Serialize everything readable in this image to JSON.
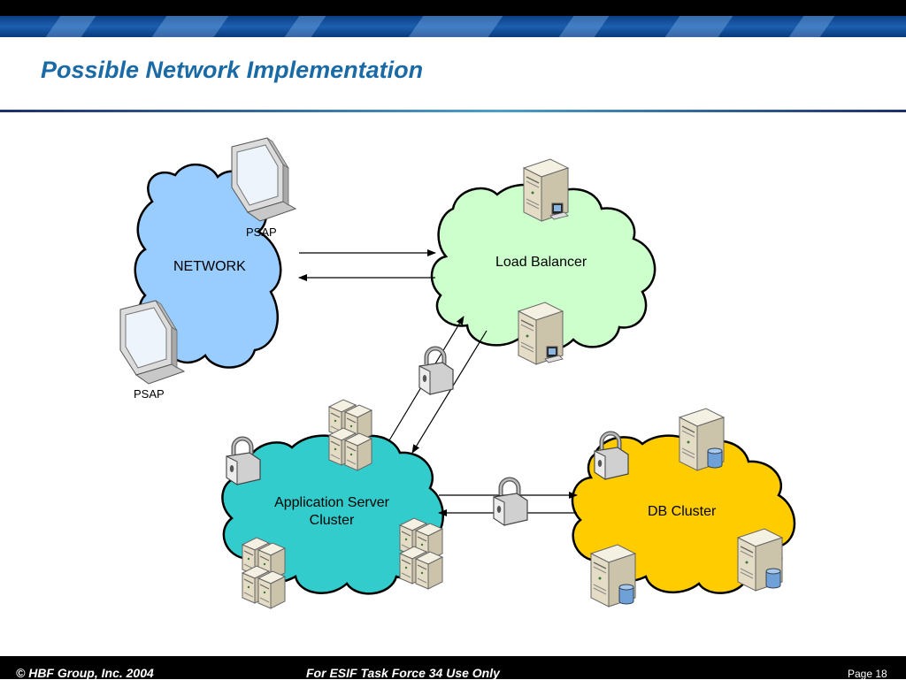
{
  "slide": {
    "title": "Possible Network Implementation"
  },
  "nodes": {
    "network": "NETWORK",
    "load_balancer": "Load Balancer",
    "app_cluster_line1": "Application Server",
    "app_cluster_line2": "Cluster",
    "db_cluster": "DB Cluster",
    "psap_top": "PSAP",
    "psap_bottom": "PSAP"
  },
  "colors": {
    "network_cloud": "#99ccff",
    "load_balancer_cloud": "#ccffcc",
    "app_cluster_cloud": "#33cccc",
    "db_cluster_cloud": "#ffcc00",
    "title": "#1a6aa6"
  },
  "icons": [
    "computer-monitor-icon",
    "server-icon",
    "database-server-icon",
    "padlock-icon"
  ],
  "footer": {
    "copyright": "© HBF Group, Inc.  2004",
    "notice": "For ESIF Task Force 34 Use Only",
    "page": "Page 18"
  }
}
